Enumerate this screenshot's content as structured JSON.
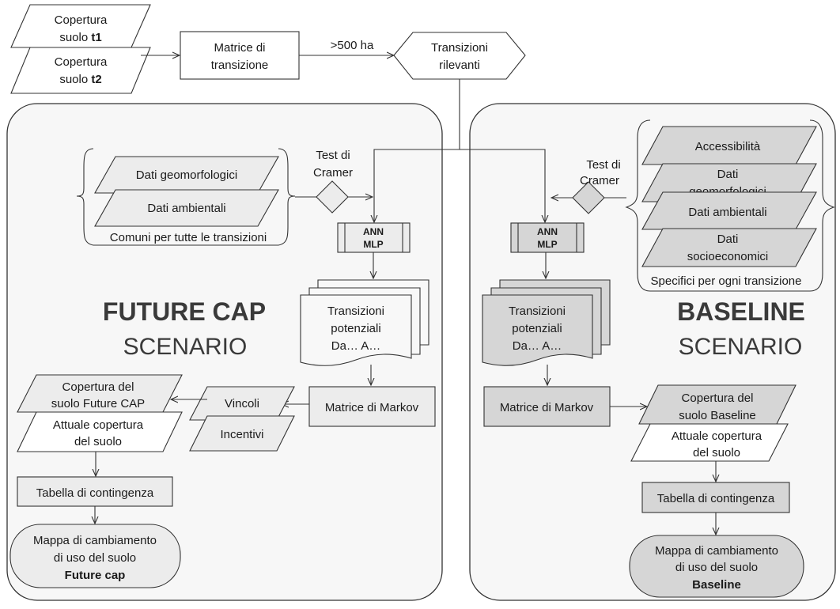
{
  "top": {
    "input1": {
      "line1": "Copertura",
      "line2": "suolo ",
      "bold": "t1"
    },
    "input2": {
      "line1": "Copertura",
      "line2": "suolo ",
      "bold": "t2"
    },
    "matrix": {
      "line1": "Matrice di",
      "line2": "transizione"
    },
    "threshold": ">500 ha",
    "relevant": {
      "line1": "Transizioni",
      "line2": "rilevanti"
    }
  },
  "left": {
    "title": "FUTURE CAP",
    "subtitle": "SCENARIO",
    "common": [
      "Dati geomorfologici",
      "Dati ambientali"
    ],
    "common_caption": "Comuni per tutte le transizioni",
    "test": {
      "line1": "Test di",
      "line2": "Cramer"
    },
    "ann": {
      "line1": "ANN",
      "line2": "MLP"
    },
    "transitions": {
      "line1": "Transizioni",
      "line2": "potenziali",
      "line3": "Da… A…"
    },
    "markov": "Matrice di Markov",
    "vincoli": "Vincoli",
    "incentivi": "Incentivi",
    "future_cover": {
      "line1": "Copertura del",
      "line2": "suolo Future CAP"
    },
    "current_cover": {
      "line1": "Attuale copertura",
      "line2": "del suolo"
    },
    "contingency": "Tabella di contingenza",
    "map": {
      "line1": "Mappa di cambiamento",
      "line2": "di uso del suolo",
      "bold": "Future cap"
    }
  },
  "right": {
    "title": "BASELINE",
    "subtitle": "SCENARIO",
    "specific": [
      {
        "line1": "Accessibilità"
      },
      {
        "line1": "Dati",
        "line2": "geomorfologici"
      },
      {
        "line1": "Dati ambientali"
      },
      {
        "line1": "Dati",
        "line2": "socioeconomici"
      }
    ],
    "specific_caption": "Specifici per ogni transizione",
    "test": {
      "line1": "Test di",
      "line2": "Cramer"
    },
    "ann": {
      "line1": "ANN",
      "line2": "MLP"
    },
    "transitions": {
      "line1": "Transizioni",
      "line2": "potenziali",
      "line3": "Da… A…"
    },
    "markov": "Matrice di Markov",
    "baseline_cover": {
      "line1": "Copertura del",
      "line2": "suolo Baseline"
    },
    "current_cover": {
      "line1": "Attuale copertura",
      "line2": "del suolo"
    },
    "contingency": "Tabella di contingenza",
    "map": {
      "line1": "Mappa di cambiamento",
      "line2": "di uso del suolo",
      "bold": "Baseline"
    }
  }
}
